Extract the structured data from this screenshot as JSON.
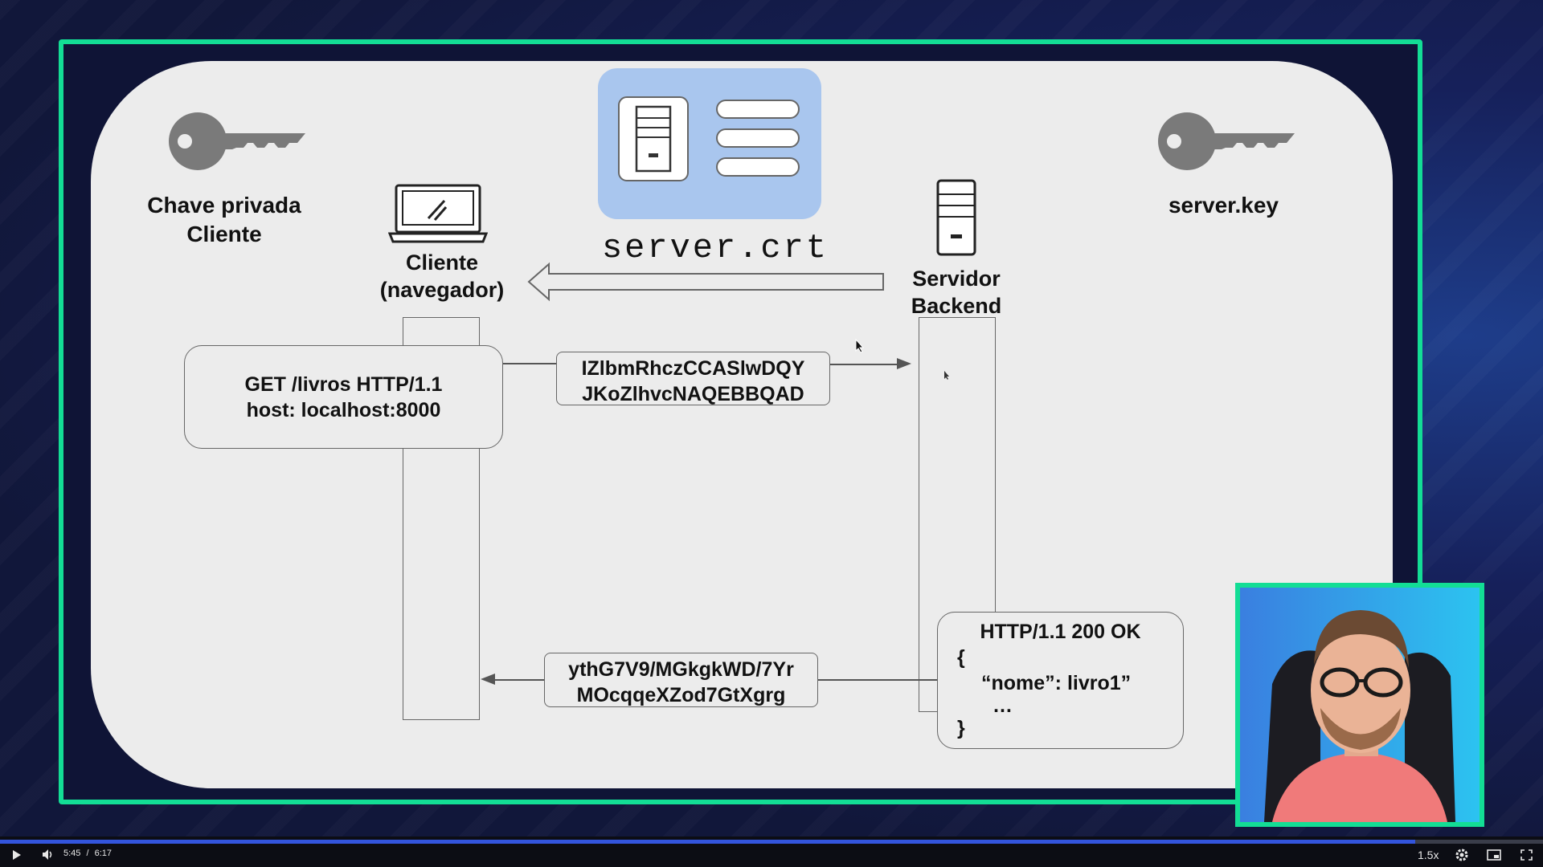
{
  "slide": {
    "key_left_label_line1": "Chave privada",
    "key_left_label_line2": "Cliente",
    "key_right_label": "server.key",
    "cert_label": "server.crt",
    "client_label_line1": "Cliente",
    "client_label_line2": "(navegador)",
    "server_label_line1": "Servidor",
    "server_label_line2": "Backend",
    "request_line1": "GET /livros HTTP/1.1",
    "request_line2": "host: localhost:8000",
    "encrypted_request_line1": "IZlbmRhczCCASlwDQY",
    "encrypted_request_line2": "JKoZlhvcNAQEBBQAD",
    "encrypted_response_line1": "ythG7V9/MGkgkWD/7Yr",
    "encrypted_response_line2": "MOcqqeXZod7GtXgrg",
    "response_line1": "HTTP/1.1 200 OK",
    "response_line2": "{",
    "response_line3": "“nome”: livro1”",
    "response_line4": "…",
    "response_line5": "}"
  },
  "player": {
    "current_time": "5:45",
    "separator": "/",
    "duration": "6:17",
    "speed": "1.5x",
    "progress": 0.917
  },
  "icons": {
    "play": "play-icon",
    "volume": "volume-icon",
    "settings": "gear-icon",
    "pip": "picture-in-picture-icon",
    "fullscreen": "fullscreen-icon"
  },
  "colors": {
    "frame_border": "#13dd95",
    "cert_bg": "#a9c6ee",
    "progress": "#3355dd"
  }
}
